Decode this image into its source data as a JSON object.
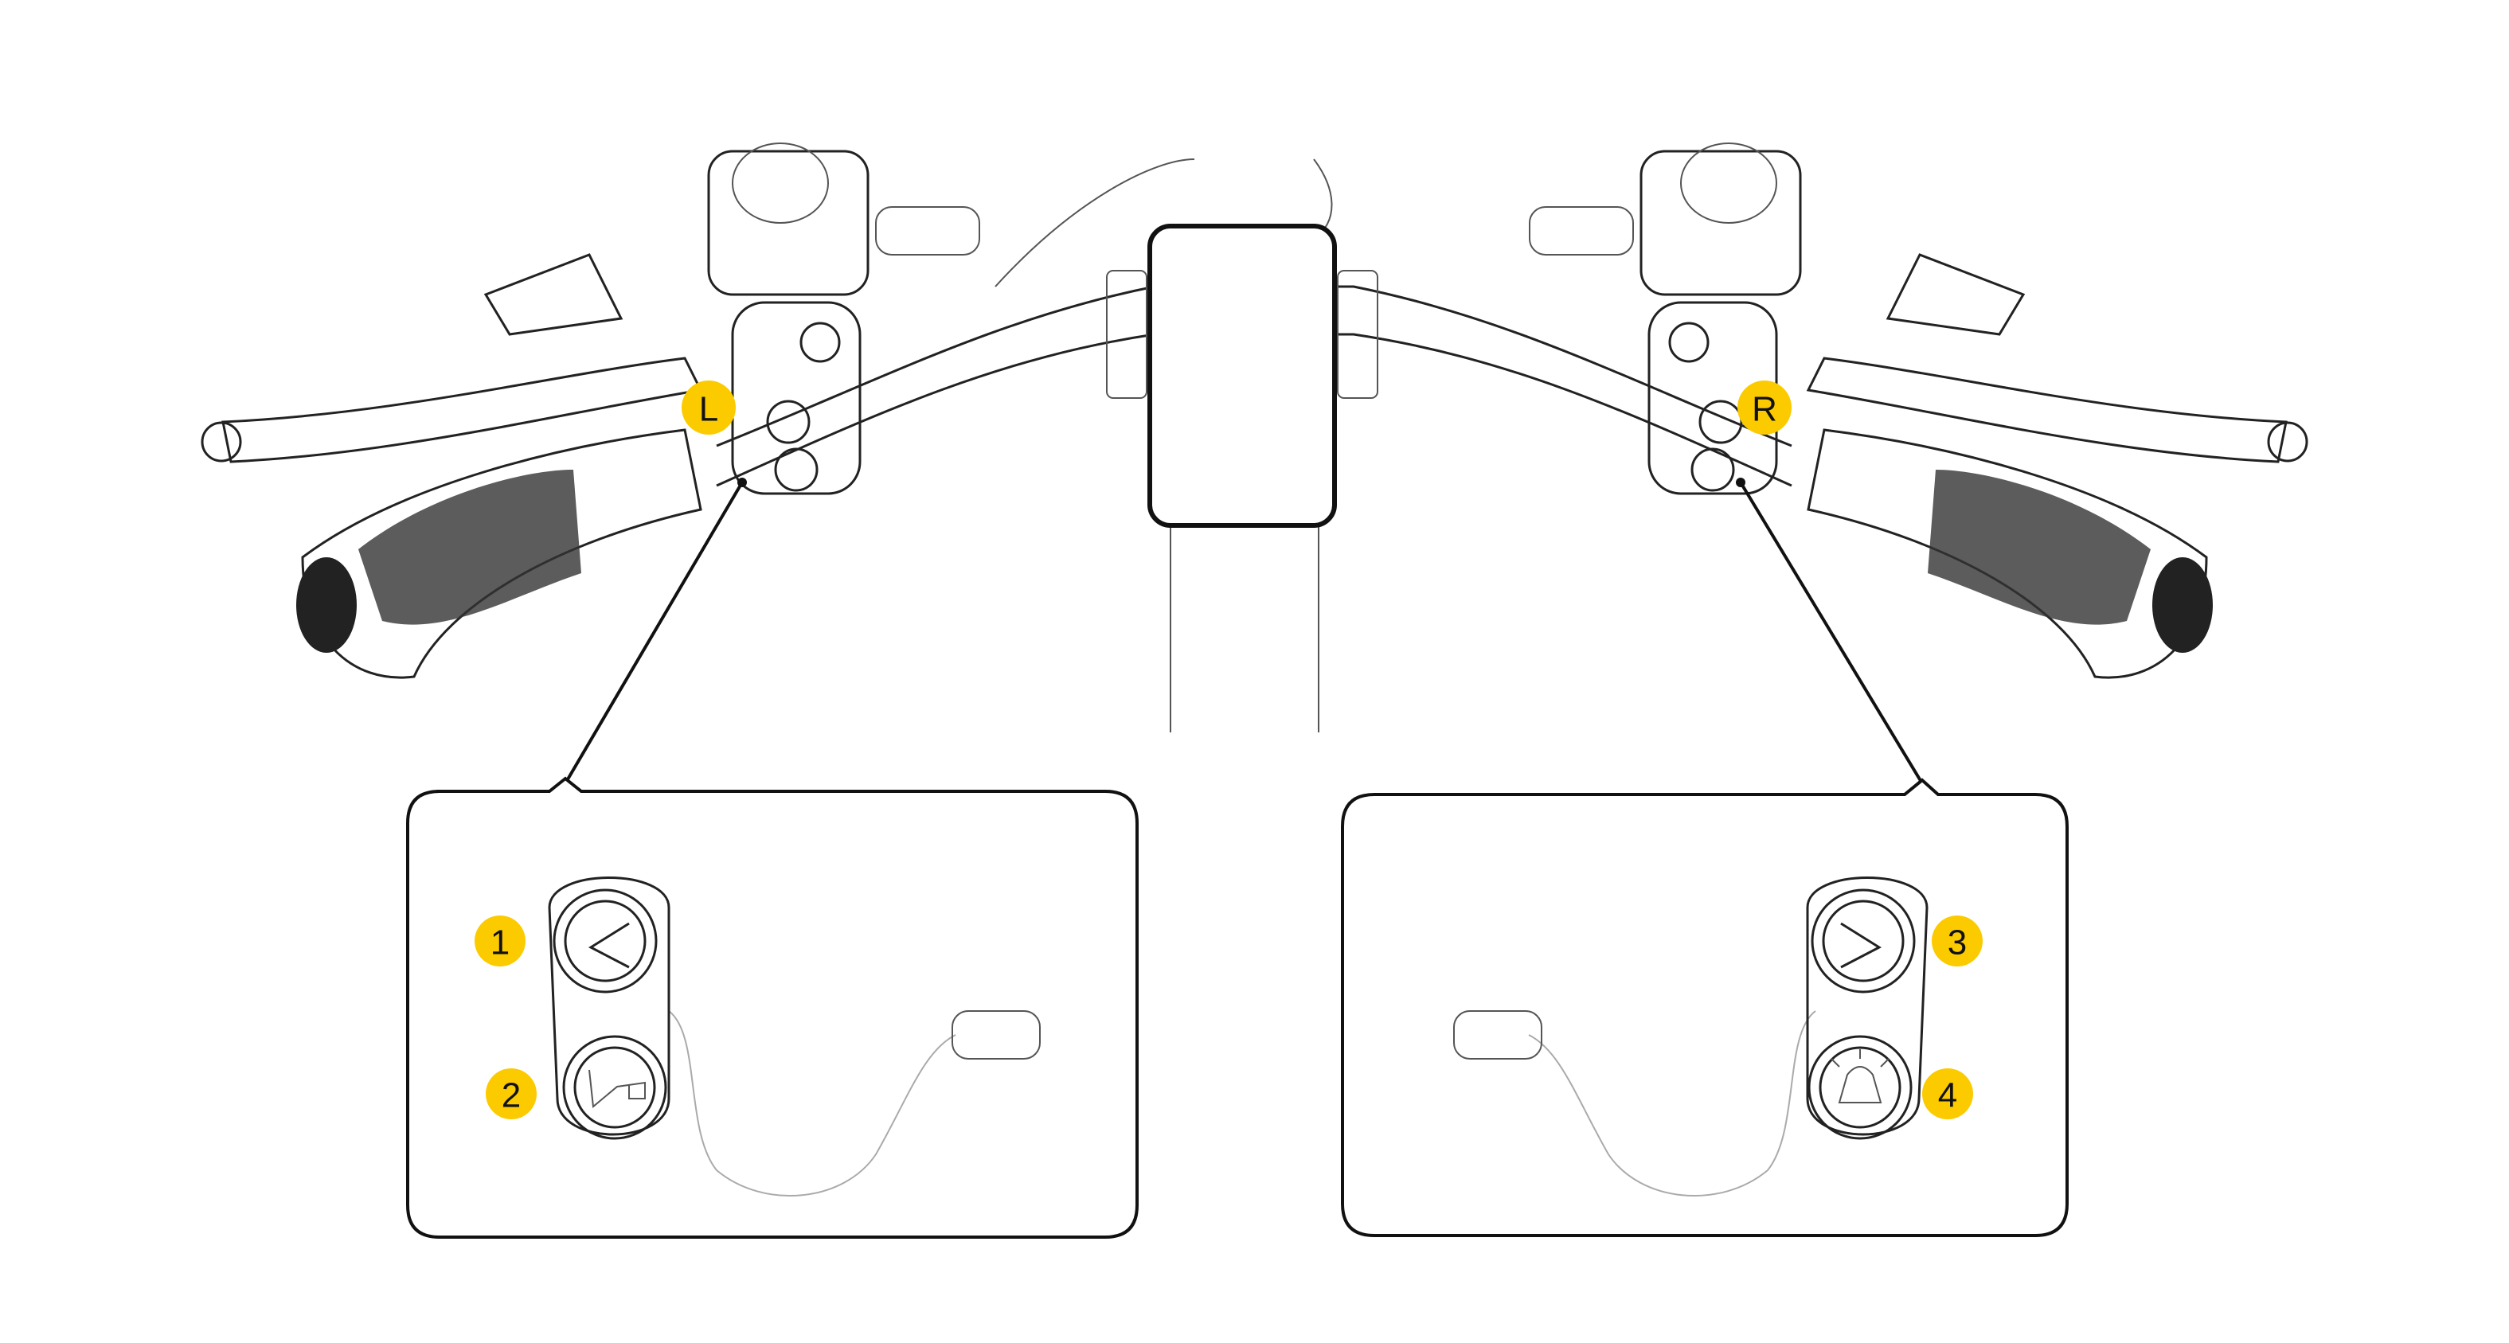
{
  "colors": {
    "badge": "#FBCB00",
    "line": "#222222"
  },
  "badges": {
    "left_side": "L",
    "right_side": "R",
    "left_turn": "1",
    "horn": "2",
    "right_turn": "3",
    "headlight": "4"
  },
  "icons": [
    "left-arrow-icon",
    "horn-icon",
    "right-arrow-icon",
    "headlight-icon"
  ]
}
